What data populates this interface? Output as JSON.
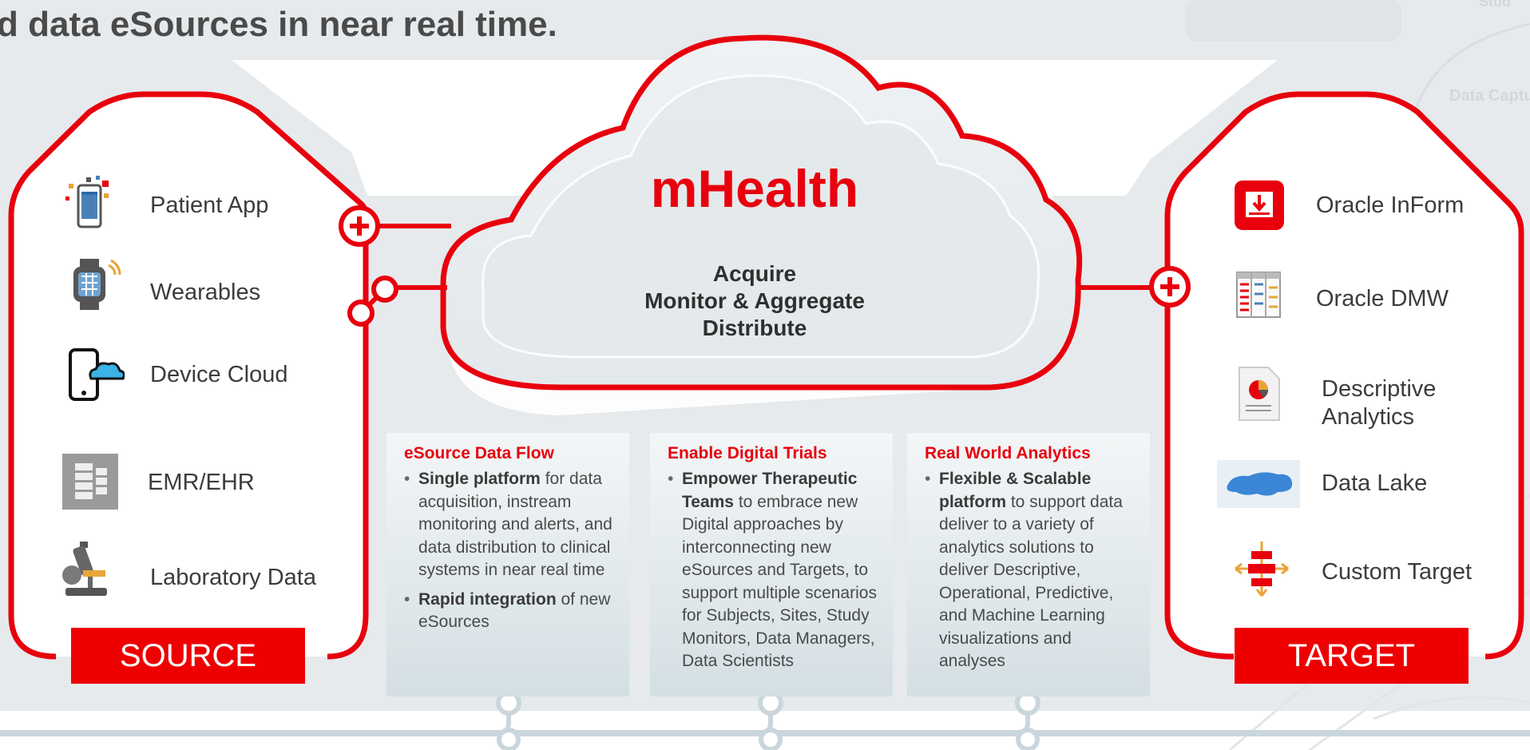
{
  "headline": {
    "line1": "data eSources in near real time.",
    "line1_prefix": "d"
  },
  "source": {
    "items": [
      {
        "label": "Patient App",
        "icon": "patient-app-icon"
      },
      {
        "label": "Wearables",
        "icon": "smartwatch-icon"
      },
      {
        "label": "Device Cloud",
        "icon": "device-cloud-icon"
      },
      {
        "label": "EMR/EHR",
        "icon": "emr-server-icon"
      },
      {
        "label": "Laboratory Data",
        "icon": "microscope-icon"
      }
    ],
    "bar_label": "SOURCE"
  },
  "cloud": {
    "title": "mHealth",
    "lines": [
      "Acquire",
      "Monitor & Aggregate",
      "Distribute"
    ]
  },
  "panels": [
    {
      "title": "eSource Data Flow",
      "bullets": [
        {
          "bold": "Single platform",
          "text": " for data acquisition, instream monitoring and alerts, and data distribution to clinical systems in near real time"
        },
        {
          "bold": "Rapid integration",
          "text": " of new eSources"
        }
      ]
    },
    {
      "title": "Enable Digital Trials",
      "bullets": [
        {
          "bold": "Empower Therapeutic Teams",
          "text": " to embrace new Digital approaches by interconnecting new eSources and Targets, to support multiple scenarios for Subjects, Sites, Study Monitors, Data Managers, Data Scientists"
        }
      ]
    },
    {
      "title": "Real World Analytics",
      "bullets": [
        {
          "bold": "Flexible & Scalable platform",
          "text": " to support data deliver to a variety of analytics solutions to deliver Descriptive, Operational, Predictive, and Machine Learning visualizations and analyses"
        }
      ]
    }
  ],
  "target": {
    "items": [
      {
        "label": "Oracle InForm",
        "icon": "download-box-icon"
      },
      {
        "label": "Oracle DMW",
        "icon": "table-grid-icon"
      },
      {
        "label": "Descriptive Analytics",
        "icon": "pie-report-icon"
      },
      {
        "label": "Data Lake",
        "icon": "lake-icon"
      },
      {
        "label": "Custom Target",
        "icon": "custom-target-icon"
      }
    ],
    "bar_label": "TARGET"
  },
  "faded_labels": [
    "Data Captu",
    "Stud"
  ],
  "colors": {
    "accent_red": "#e8000d",
    "background_gray": "#e6eaec",
    "connector_gray": "#c9d6dc"
  }
}
